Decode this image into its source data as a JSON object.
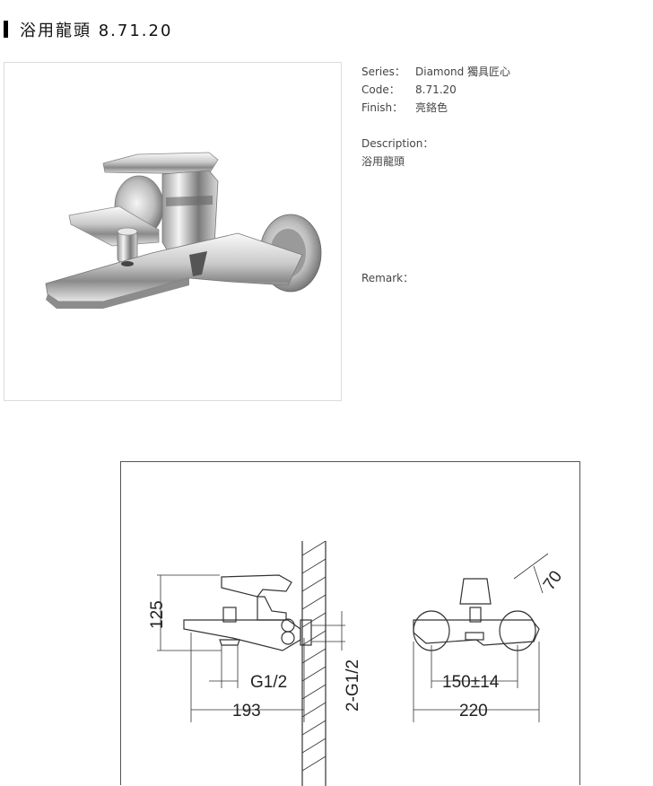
{
  "product": {
    "title": "浴用龍頭 8.71.20"
  },
  "specs": {
    "series_label": "Series：",
    "series_value": "Diamond 獨具匠心",
    "code_label": "Code：",
    "code_value": "8.71.20",
    "finish_label": "Finish：",
    "finish_value": "亮鉻色",
    "description_label": "Description：",
    "description_value": "浴用龍頭",
    "remark_label": "Remark："
  },
  "drawing": {
    "dim_height": "125",
    "dim_thread": "G1/2",
    "dim_length": "193",
    "dim_inlet": "2-G1/2",
    "dim_angle": "70",
    "dim_center": "150±14",
    "dim_width": "220"
  },
  "colors": {
    "chrome_light": "#f2f2f2",
    "chrome_dark": "#6e6e6e",
    "line": "#333333"
  }
}
